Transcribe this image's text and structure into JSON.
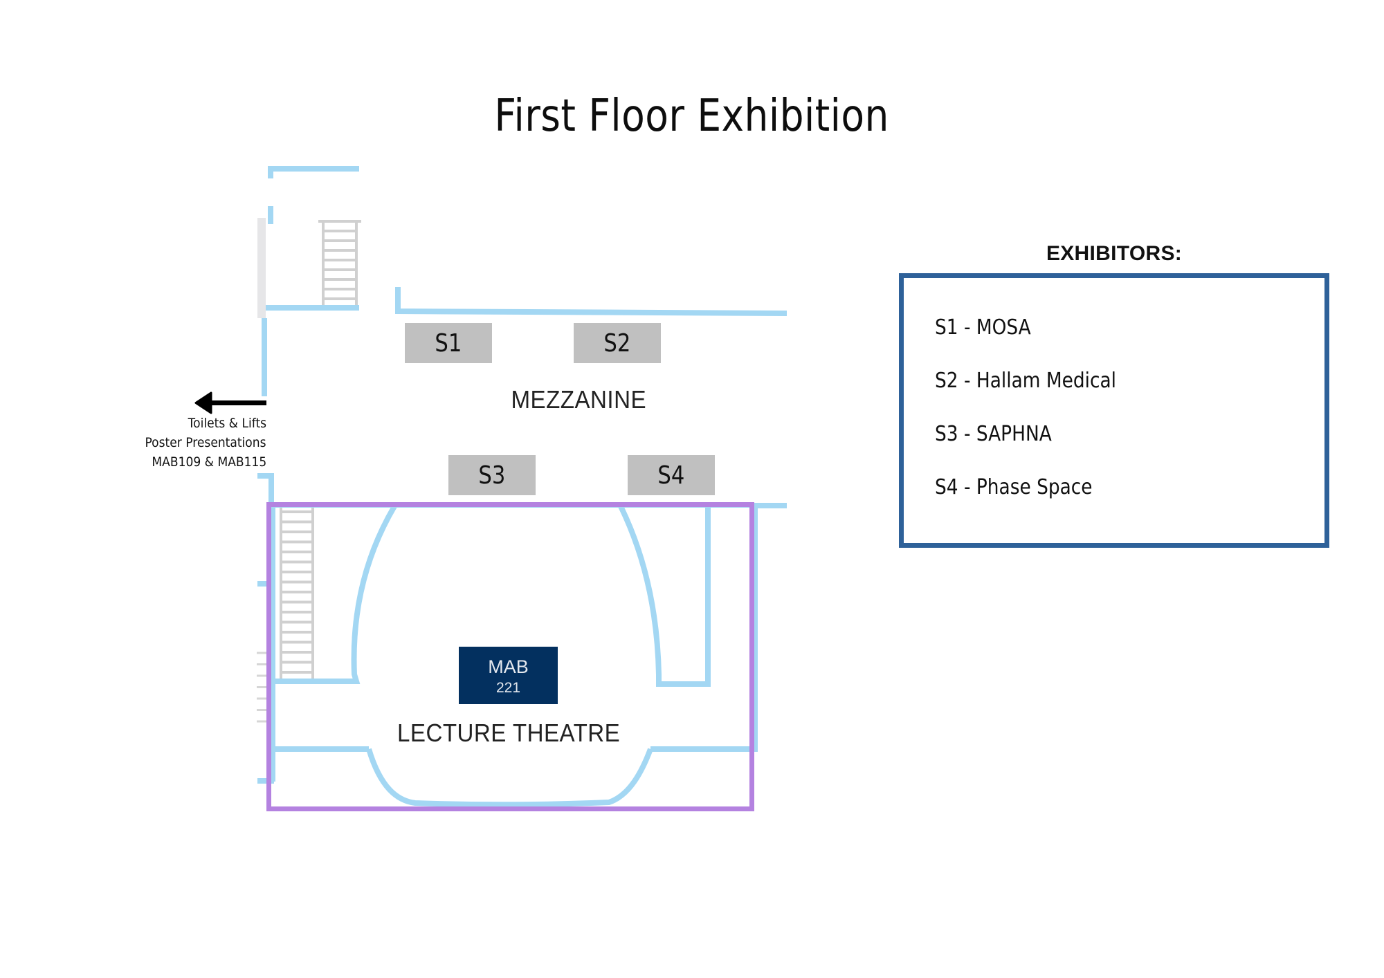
{
  "title": "First Floor Exhibition",
  "colors": {
    "wall": "#a3d7f3",
    "highlight_outline": "#b482e0",
    "stand_fill": "#c0c0c0",
    "room_badge": "#03305f",
    "exhibitor_box_border": "#2e6199",
    "stairs": "#d0d0d0"
  },
  "map": {
    "areas": {
      "mezzanine": "MEZZANINE",
      "lecture_theatre": "LECTURE THEATRE"
    },
    "room_badge": {
      "line1": "MAB",
      "line2": "221"
    },
    "stands": [
      {
        "id": "S1",
        "label": "S1"
      },
      {
        "id": "S2",
        "label": "S2"
      },
      {
        "id": "S3",
        "label": "S3"
      },
      {
        "id": "S4",
        "label": "S4"
      }
    ],
    "directions": {
      "arrow_icon": "arrow-left",
      "lines": [
        "Toilets & Lifts",
        "Poster Presentations",
        "MAB109 & MAB115"
      ]
    }
  },
  "exhibitors": {
    "heading": "EXHIBITORS:",
    "items": [
      {
        "stand": "S1",
        "name": "MOSA",
        "text": "S1 - MOSA"
      },
      {
        "stand": "S2",
        "name": "Hallam Medical",
        "text": "S2 - Hallam Medical"
      },
      {
        "stand": "S3",
        "name": "SAPHNA",
        "text": "S3 - SAPHNA"
      },
      {
        "stand": "S4",
        "name": "Phase Space",
        "text": "S4 - Phase Space"
      }
    ]
  }
}
